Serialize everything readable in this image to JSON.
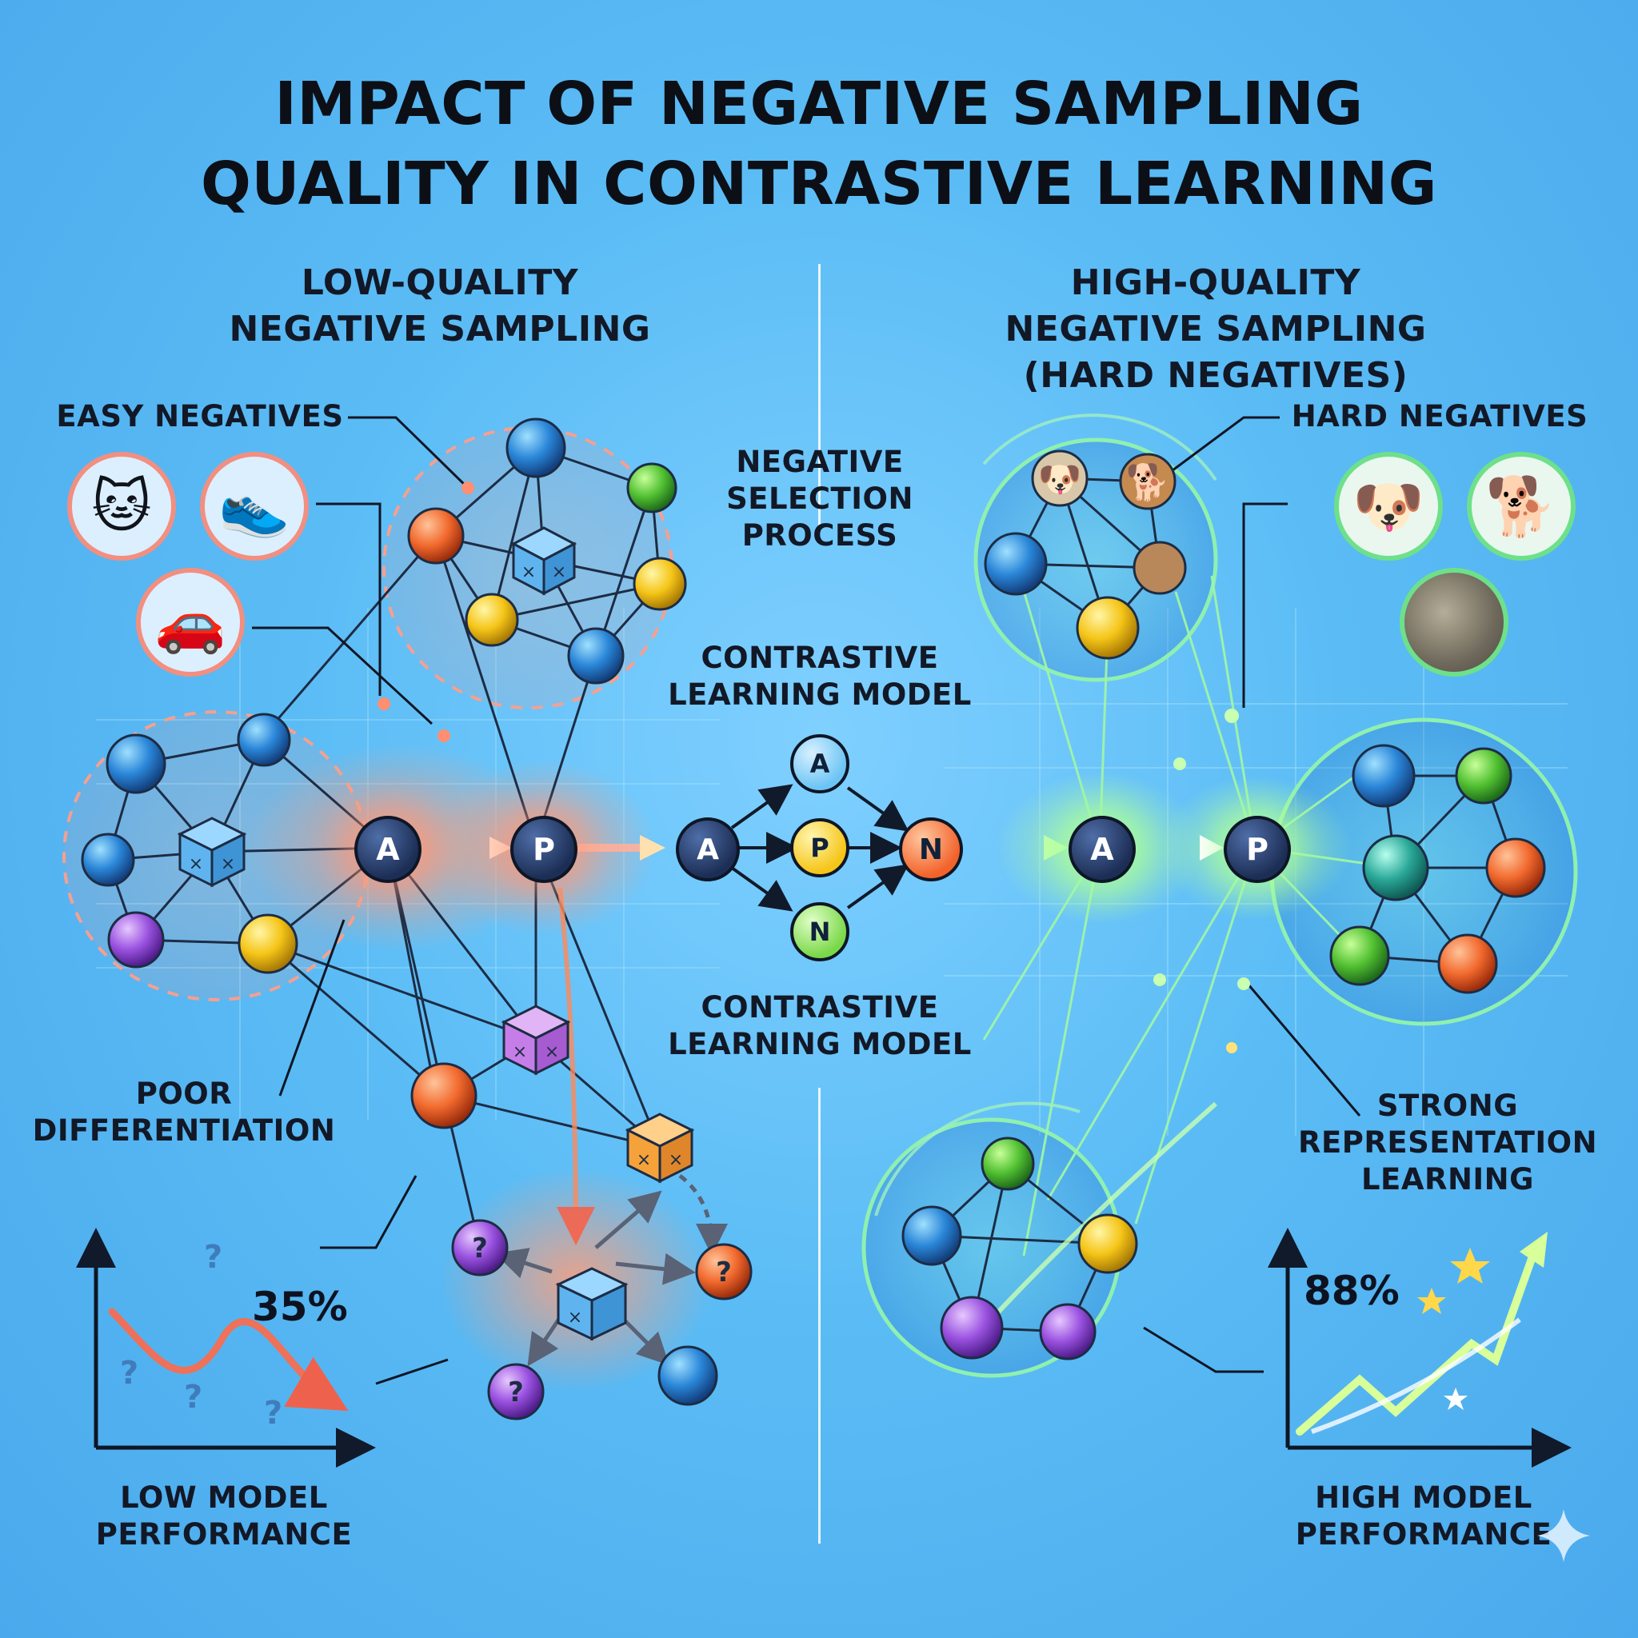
{
  "title": {
    "line1": "IMPACT OF NEGATIVE SAMPLING",
    "line2": "QUALITY IN CONTRASTIVE LEARNING"
  },
  "left": {
    "heading_line1": "LOW-QUALITY",
    "heading_line2": "NEGATIVE SAMPLING",
    "easy_label": "EASY NEGATIVES",
    "easy_items": [
      {
        "icon": "cat-icon",
        "glyph": "🐱"
      },
      {
        "icon": "sneaker-icon",
        "glyph": "👟"
      },
      {
        "icon": "car-icon",
        "glyph": "🚗"
      }
    ],
    "poor_line1": "POOR",
    "poor_line2": "DIFFERENTIATION",
    "percent": "35%",
    "perf_line1": "LOW MODEL",
    "perf_line2": "PERFORMANCE"
  },
  "center": {
    "selection_line1": "NEGATIVE",
    "selection_line2": "SELECTION",
    "selection_line3": "PROCESS",
    "model_top_line1": "CONTRASTIVE",
    "model_top_line2": "LEARNING MODEL",
    "model_bottom_line1": "CONTRASTIVE",
    "model_bottom_line2": "LEARNING MODEL",
    "node_anchor": "A",
    "node_positive": "P",
    "node_negative": "N"
  },
  "right": {
    "heading_line1": "HIGH-QUALITY",
    "heading_line2": "NEGATIVE SAMPLING",
    "heading_line3": "(HARD NEGATIVES)",
    "hard_label": "HARD NEGATIVES",
    "hard_items": [
      {
        "icon": "dog-icon",
        "glyph": "🐶"
      },
      {
        "icon": "dog-icon",
        "glyph": "🐕"
      },
      {
        "icon": "fur-texture-icon",
        "glyph": ""
      }
    ],
    "strong_line1": "STRONG",
    "strong_line2": "REPRESENTATION",
    "strong_line3": "LEARNING",
    "percent": "88%",
    "perf_line1": "HIGH MODEL",
    "perf_line2": "PERFORMANCE"
  },
  "colors": {
    "background": "#5bbcf5",
    "low_quality_accent": "#f5735a",
    "high_quality_accent": "#7ef08a",
    "node_dark": "#1f3a6b",
    "yellow": "#f5c518"
  }
}
